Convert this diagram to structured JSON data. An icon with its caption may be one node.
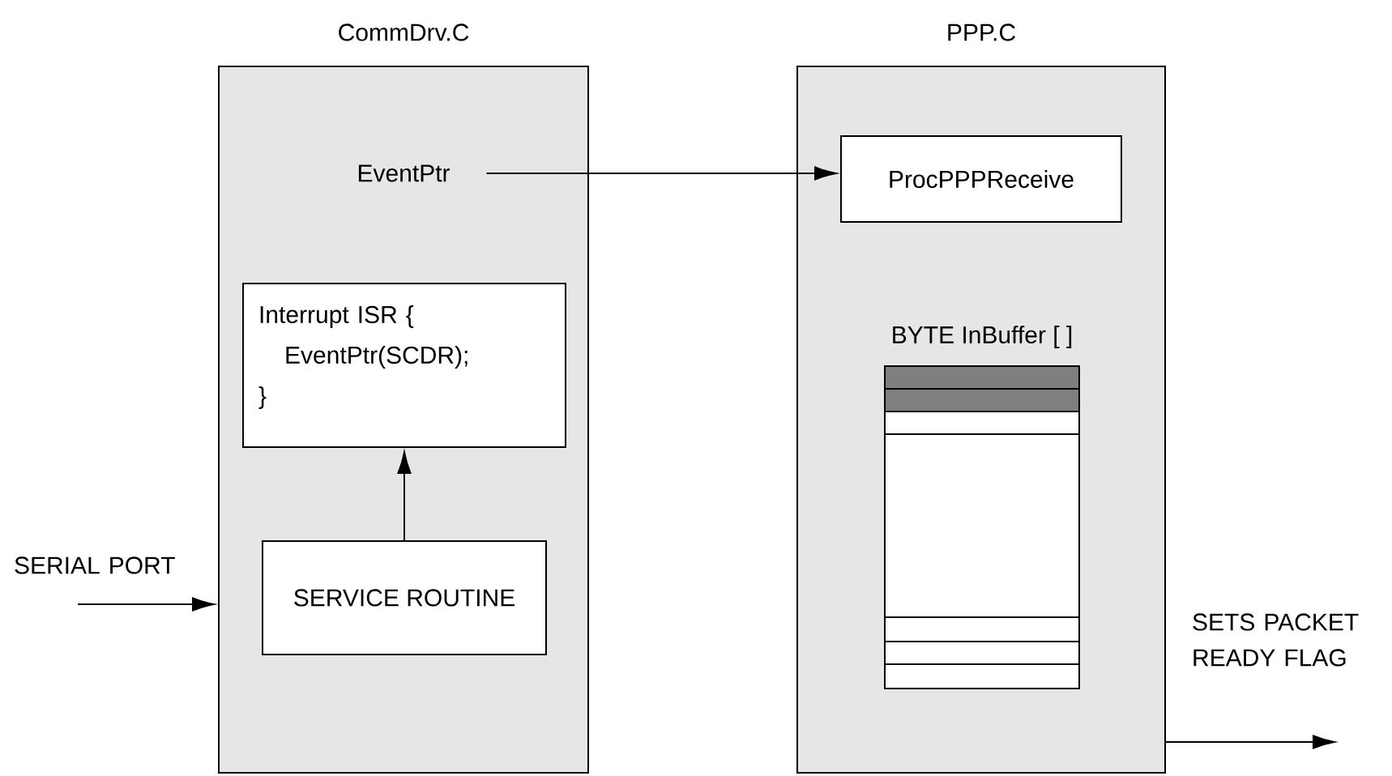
{
  "diagram": {
    "nodes": [
      {
        "text": [
          "CommDrv.C"
        ]
      },
      {
        "text": [
          "EventPtr"
        ],
        "in": 0
      },
      {
        "text": [
          "Interrupt ISR { EventPtr(SCDR); }"
        ],
        "in": 0
      },
      {
        "text": [
          "SERVICE ROUTINE"
        ],
        "in": 0
      },
      {
        "text": [
          "PPP.C"
        ]
      },
      {
        "text": [
          "ProcPPPReceive"
        ],
        "in": 4
      },
      {
        "text": [
          "BYTE InBuffer [ ]"
        ],
        "in": 4
      }
    ],
    "edges": [
      {
        "from": 1,
        "to": 5,
        "arrow": "to"
      },
      {
        "from": 3,
        "to": 2,
        "arrow": "to"
      },
      {
        "from": null,
        "to": 0,
        "arrow": "to",
        "label": "SERIAL PORT"
      },
      {
        "from": 4,
        "to": null,
        "arrow": "to",
        "label": "SETS PACKET READY FLAG"
      }
    ]
  }
}
